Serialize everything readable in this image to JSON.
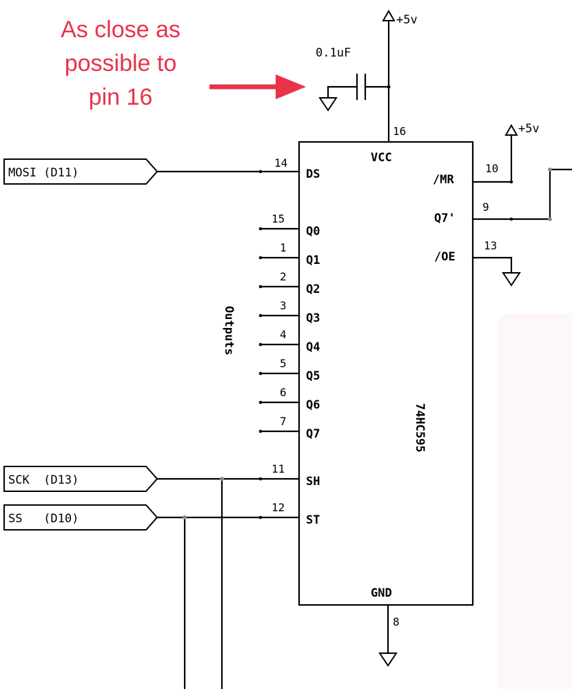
{
  "annotation": {
    "lines": [
      "As close as",
      "possible to",
      "pin 16"
    ],
    "color": "#e8334a"
  },
  "power": {
    "top_label": "+5v",
    "right_label": "+5v"
  },
  "capacitor": {
    "value": "0.1uF"
  },
  "chip": {
    "part": "74HC595",
    "vcc_label": "VCC",
    "gnd_label": "GND",
    "vcc_pin": "16",
    "gnd_pin": "8",
    "outputs_label": "Outputs"
  },
  "left_pins": [
    {
      "label": "DS",
      "num": "14"
    },
    {
      "label": "Q0",
      "num": "15"
    },
    {
      "label": "Q1",
      "num": "1"
    },
    {
      "label": "Q2",
      "num": "2"
    },
    {
      "label": "Q3",
      "num": "3"
    },
    {
      "label": "Q4",
      "num": "4"
    },
    {
      "label": "Q5",
      "num": "5"
    },
    {
      "label": "Q6",
      "num": "6"
    },
    {
      "label": "Q7",
      "num": "7"
    },
    {
      "label": "SH",
      "num": "11"
    },
    {
      "label": "ST",
      "num": "12"
    }
  ],
  "right_pins": [
    {
      "label": "/MR",
      "num": "10"
    },
    {
      "label": "Q7'",
      "num": "9"
    },
    {
      "label": "/OE",
      "num": "13"
    }
  ],
  "nets": [
    {
      "label": "MOSI (D11)"
    },
    {
      "label": "SCK  (D13)"
    },
    {
      "label": "SS   (D10)"
    }
  ]
}
